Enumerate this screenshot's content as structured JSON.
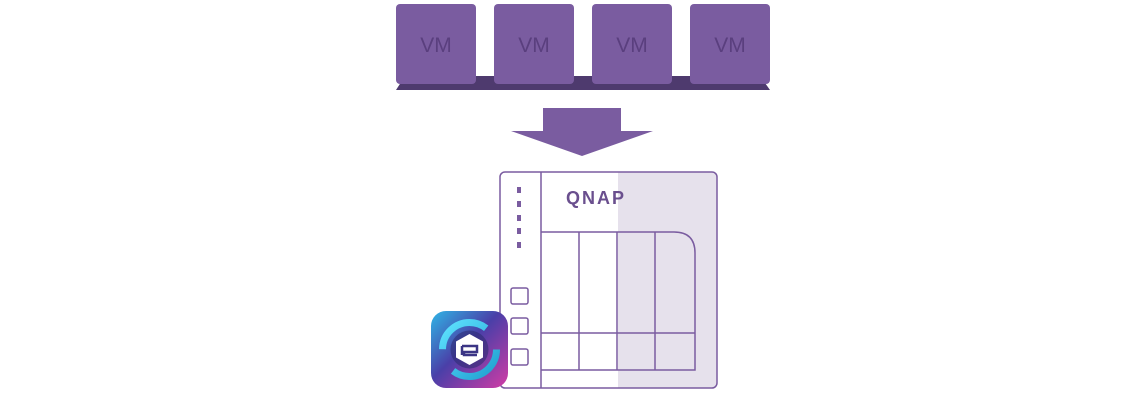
{
  "vms": [
    {
      "label": "VM"
    },
    {
      "label": "VM"
    },
    {
      "label": "VM"
    },
    {
      "label": "VM"
    }
  ],
  "nas": {
    "brand": "QNAP"
  },
  "colors": {
    "vm_fill": "#7a5ca0",
    "vm_text": "#5a3f7e",
    "platform": "#4e3a6e",
    "arrow": "#7a5ca0",
    "nas_stroke": "#7a5ca0",
    "nas_shade": "#e6e1ec",
    "app_icon_cyan": "#37c3e6",
    "app_icon_magenta": "#c53aa5"
  },
  "icons": {
    "app": "virtualization-app-icon"
  }
}
